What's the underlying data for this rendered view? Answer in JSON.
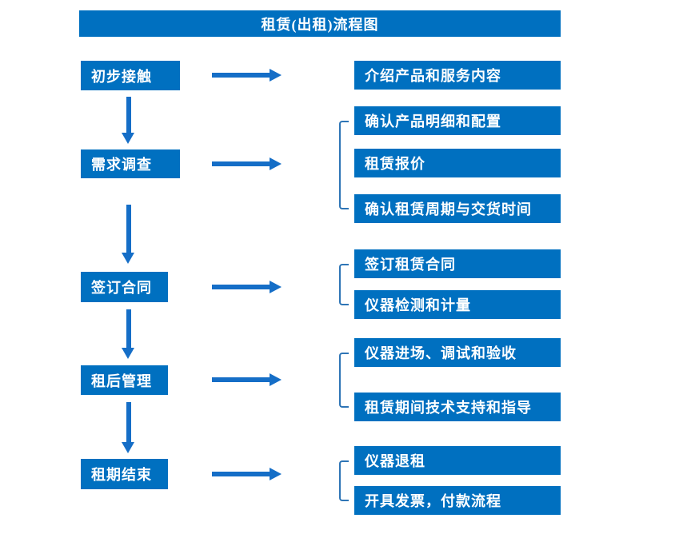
{
  "title": "租赁(出租)流程图",
  "colors": {
    "box_blue": "#0070C0",
    "arrow_blue": "#156EC7",
    "bracket_blue": "#2E75B6",
    "text_white": "#FFFFFF"
  },
  "steps": [
    {
      "label": "初步接触",
      "details": [
        "介绍产品和服务内容"
      ]
    },
    {
      "label": "需求调查",
      "details": [
        "确认产品明细和配置",
        "租赁报价",
        "确认租赁周期与交货时间"
      ]
    },
    {
      "label": "签订合同",
      "details": [
        "签订租赁合同",
        "仪器检测和计量"
      ]
    },
    {
      "label": "租后管理",
      "details": [
        "仪器进场、调试和验收",
        "租赁期间技术支持和指导"
      ]
    },
    {
      "label": "租期结束",
      "details": [
        "仪器退租",
        "开具发票，付款流程"
      ]
    }
  ]
}
